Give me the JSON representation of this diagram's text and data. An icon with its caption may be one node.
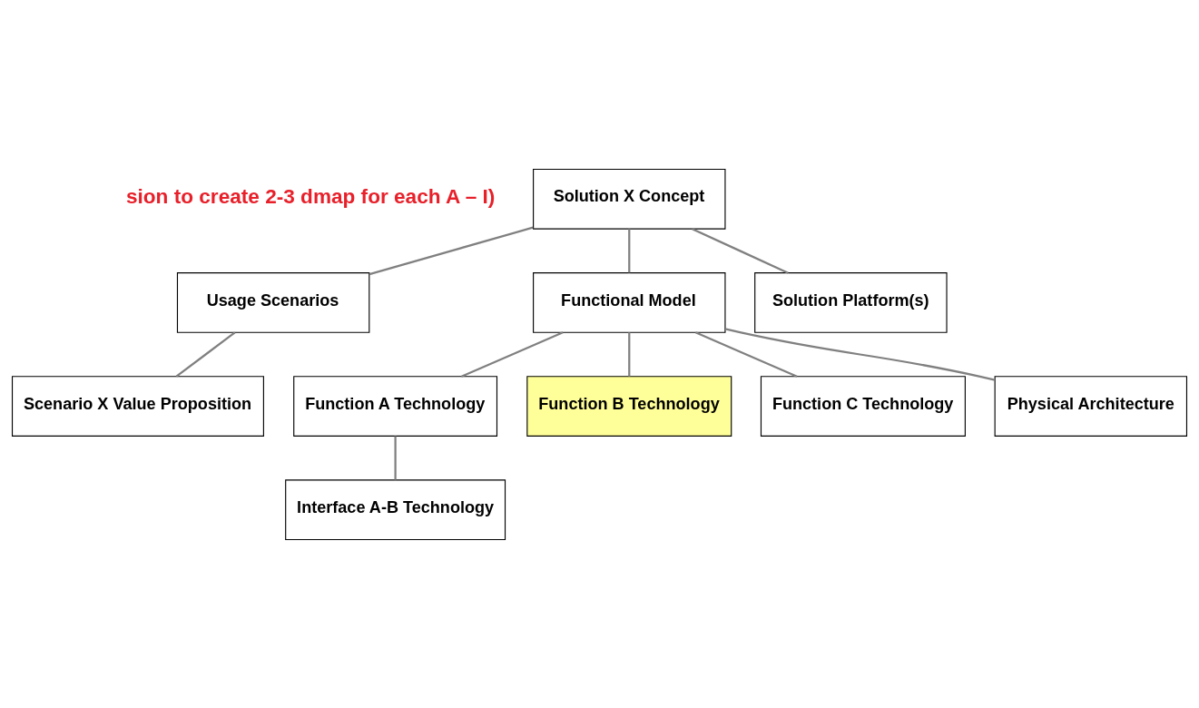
{
  "diagram": {
    "nodes": [
      {
        "text": [
          "Solution X Concept"
        ]
      },
      {
        "text": [
          "Usage Scenarios"
        ]
      },
      {
        "text": [
          "Functional Model"
        ]
      },
      {
        "text": [
          "Solution Platform(s)"
        ]
      },
      {
        "text": [
          "Scenario X Value Proposition"
        ]
      },
      {
        "text": [
          "Function A Technology"
        ]
      },
      {
        "text": [
          "Function B Technology"
        ]
      },
      {
        "text": [
          "Function C Technology"
        ]
      },
      {
        "text": [
          "Physical Architecture"
        ]
      },
      {
        "text": [
          "Interface A-B Technology"
        ]
      }
    ],
    "edges": [
      {
        "from": 0,
        "to": 1,
        "arrow": "none"
      },
      {
        "from": 0,
        "to": 2,
        "arrow": "none"
      },
      {
        "from": 0,
        "to": 3,
        "arrow": "none"
      },
      {
        "from": 1,
        "to": 4,
        "arrow": "none"
      },
      {
        "from": 2,
        "to": 5,
        "arrow": "none"
      },
      {
        "from": 2,
        "to": 6,
        "arrow": "none"
      },
      {
        "from": 2,
        "to": 7,
        "arrow": "none"
      },
      {
        "from": 2,
        "to": 8,
        "arrow": "none"
      },
      {
        "from": 5,
        "to": 9,
        "arrow": "none"
      }
    ],
    "labels": [
      "sion to create 2-3 dmap for each A – I)"
    ]
  }
}
